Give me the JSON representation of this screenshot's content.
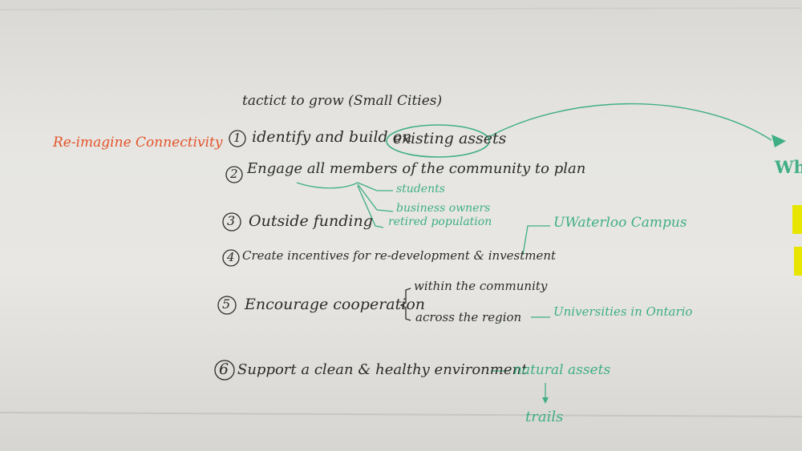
{
  "heading": "tactict to grow (Small Cities)",
  "side_label": "Re-imagine Connectivity",
  "right_edge_text": "Who",
  "items": [
    {
      "num": "1",
      "text": "identify and build on",
      "circled": "existing assets"
    },
    {
      "num": "2",
      "text": "Engage all members of the community to plan"
    },
    {
      "num": "3",
      "text": "Outside funding"
    },
    {
      "num": "4",
      "text": "Create incentives for re-development & investment"
    },
    {
      "num": "5",
      "text": "Encourage cooperation"
    },
    {
      "num": "6",
      "text": "Support a clean & healthy environment"
    }
  ],
  "members_branches": [
    "students",
    "business owners",
    "retired population"
  ],
  "funding_link": "UWaterloo Campus",
  "cooperation_branches": [
    "within the community",
    "across the region"
  ],
  "region_link": "Universities in Ontario",
  "environment_link": "natural assets",
  "environment_sub": "trails",
  "colors": {
    "dark_ink": "#2b2b2b",
    "green_ink": "#3fae86",
    "red_ink": "#e4532a",
    "sticky_note": "#e8e600"
  }
}
